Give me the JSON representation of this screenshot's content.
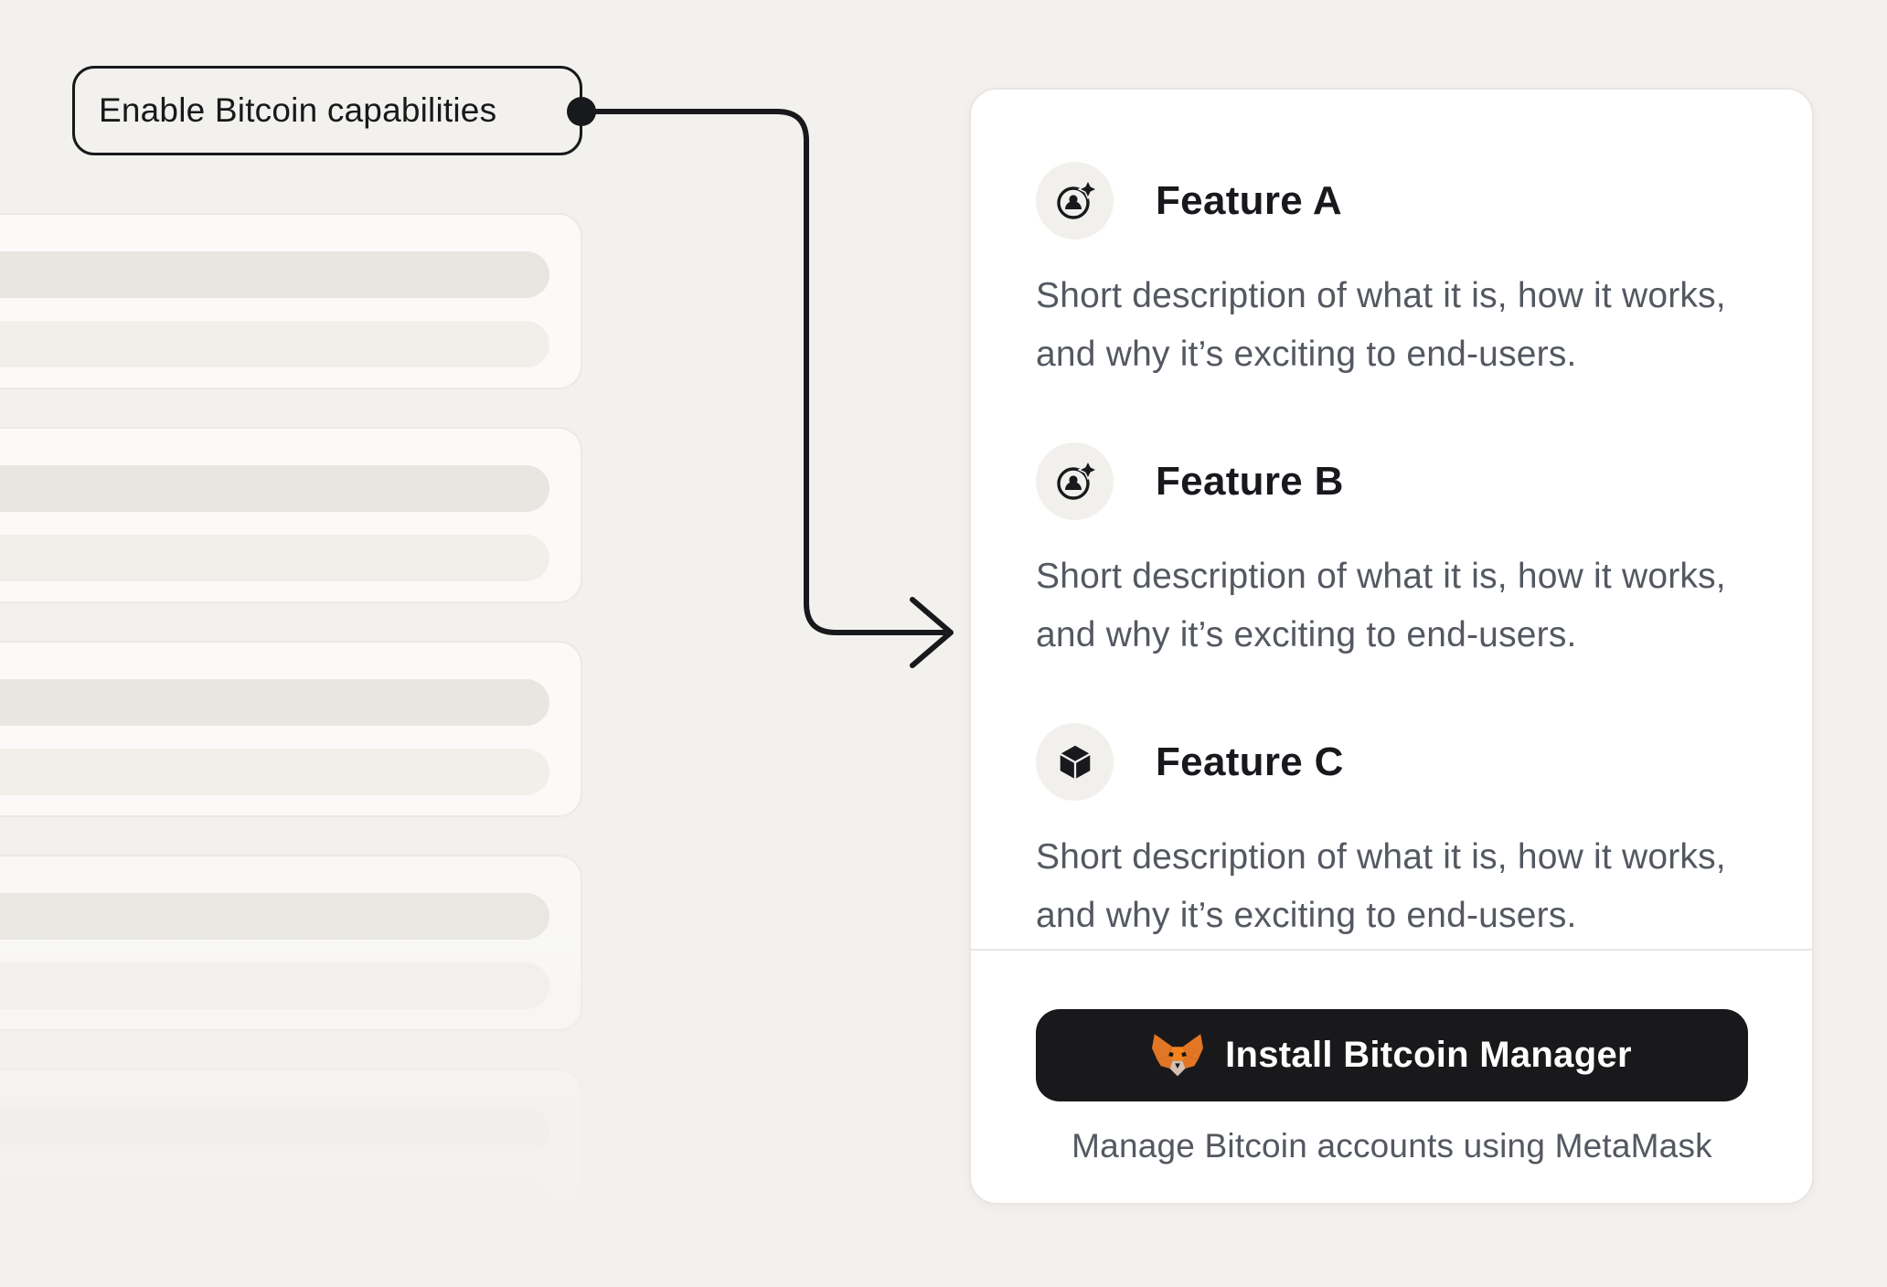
{
  "annotation": {
    "label": "Enable Bitcoin capabilities"
  },
  "panel": {
    "features": [
      {
        "title": "Feature A",
        "description": "Short description of what it is, how it works, and why it’s exciting to end-users.",
        "icon": "snap-account-icon"
      },
      {
        "title": "Feature B",
        "description": "Short description of what it is, how it works, and why it’s exciting to end-users.",
        "icon": "snap-account-icon"
      },
      {
        "title": "Feature C",
        "description": "Short description of what it is, how it works, and why it’s exciting to end-users.",
        "icon": "cube-icon"
      }
    ],
    "cta": {
      "button_label": "Install Bitcoin Manager",
      "button_icon": "metamask-fox-icon",
      "caption": "Manage Bitcoin accounts using MetaMask"
    }
  },
  "skeleton": {
    "card_count": 5
  },
  "colors": {
    "background": "#f3f1ee",
    "accent_dark": "#17191c",
    "button_bg": "#19191b",
    "text_muted": "#545861",
    "fox_orange": "#e27625"
  }
}
